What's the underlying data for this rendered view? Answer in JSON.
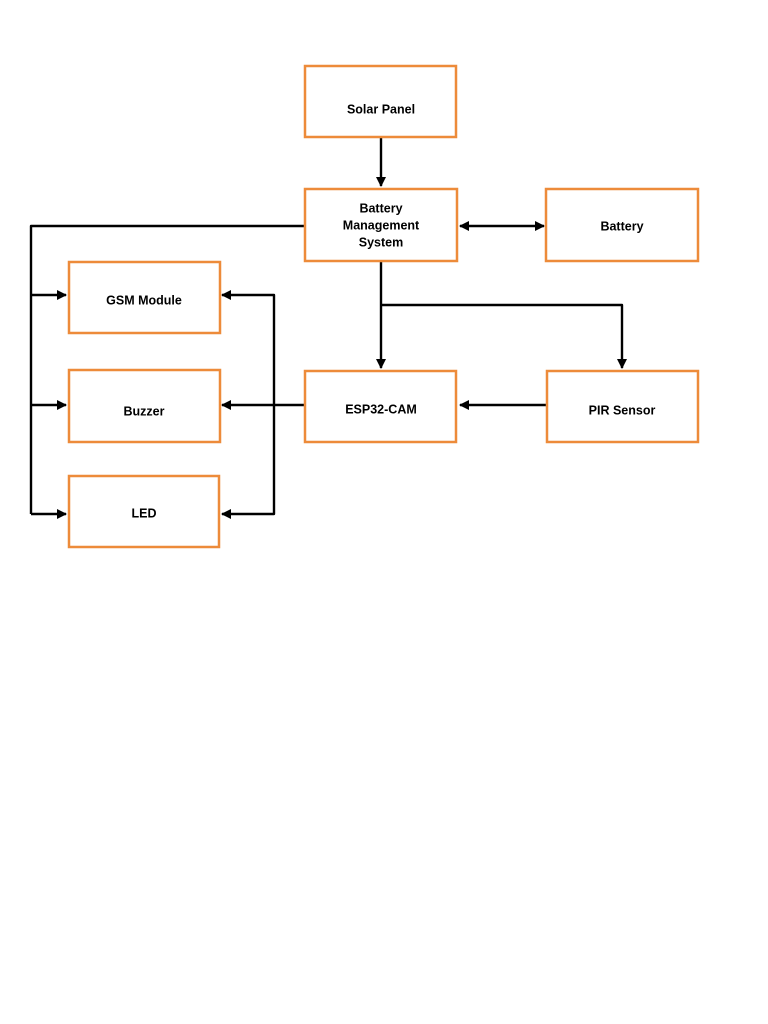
{
  "blocks": {
    "solar_panel": {
      "lines": [
        "Solar Panel"
      ]
    },
    "bms": {
      "lines": [
        "Battery",
        "Management",
        "System"
      ]
    },
    "battery": {
      "lines": [
        "Battery"
      ]
    },
    "gsm_module": {
      "lines": [
        "GSM Module"
      ]
    },
    "buzzer": {
      "lines": [
        "Buzzer"
      ]
    },
    "led": {
      "lines": [
        "LED"
      ]
    },
    "esp32_cam": {
      "lines": [
        "ESP32-CAM"
      ]
    },
    "pir_sensor": {
      "lines": [
        "PIR Sensor"
      ]
    }
  },
  "colors": {
    "block_border": "#ed8b3a",
    "wire": "#000000",
    "background": "#ffffff"
  }
}
